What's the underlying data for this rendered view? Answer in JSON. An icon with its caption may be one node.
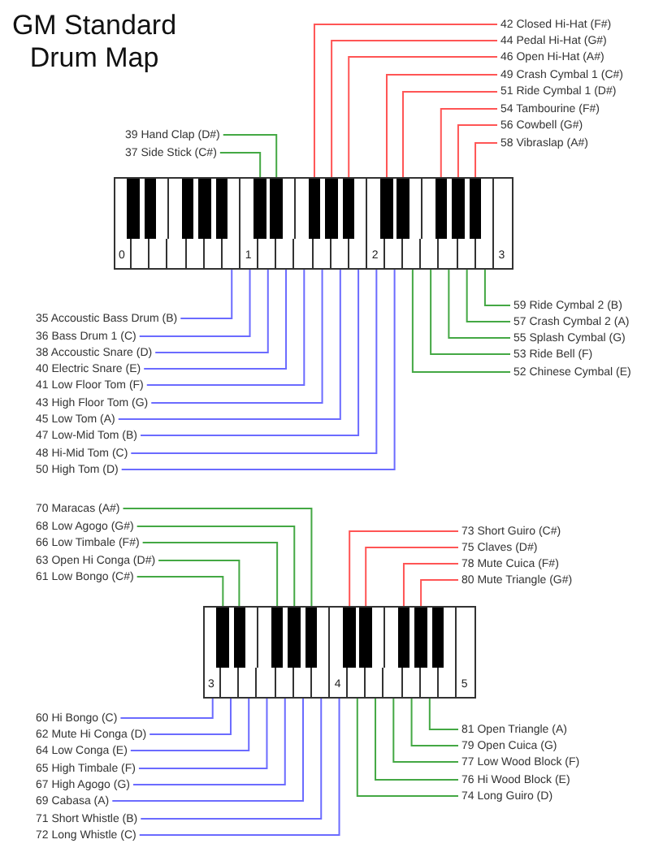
{
  "diagram": {
    "title": "GM Standard Drum Map",
    "nodes": [
      {
        "text": [
          "42 Closed Hi-Hat (F#)"
        ]
      },
      {
        "text": [
          "44 Pedal Hi-Hat (G#)"
        ]
      },
      {
        "text": [
          "46 Open Hi-Hat (A#)"
        ]
      },
      {
        "text": [
          "49 Crash Cymbal 1 (C#)"
        ]
      },
      {
        "text": [
          "51 Ride Cymbal 1 (D#)"
        ]
      },
      {
        "text": [
          "54 Tambourine (F#)"
        ]
      },
      {
        "text": [
          "56 Cowbell (G#)"
        ]
      },
      {
        "text": [
          "58 Vibraslap (A#)"
        ]
      },
      {
        "text": [
          "39 Hand Clap (D#)"
        ]
      },
      {
        "text": [
          "37 Side Stick (C#)"
        ]
      },
      {
        "text": [],
        "shape": "key"
      },
      {
        "text": [],
        "shape": "key"
      },
      {
        "text": [],
        "shape": "key"
      },
      {
        "text": [],
        "shape": "key"
      },
      {
        "text": [],
        "shape": "key"
      },
      {
        "text": [],
        "shape": "key"
      },
      {
        "text": [],
        "shape": "key"
      },
      {
        "text": [],
        "shape": "key"
      },
      {
        "text": [],
        "shape": "key"
      },
      {
        "text": [],
        "shape": "key"
      },
      {
        "text": [],
        "shape": "key"
      },
      {
        "text": [],
        "shape": "key"
      },
      {
        "text": [],
        "shape": "key"
      },
      {
        "text": [],
        "shape": "key"
      },
      {
        "text": [],
        "shape": "key"
      },
      {
        "text": [],
        "shape": "key"
      },
      {
        "text": [],
        "shape": "key"
      },
      {
        "text": [],
        "shape": "key"
      },
      {
        "text": [],
        "shape": "key"
      },
      {
        "text": [],
        "shape": "key"
      },
      {
        "text": [],
        "shape": "key"
      },
      {
        "text": [],
        "shape": "key"
      },
      {
        "text": [],
        "shape": "key"
      },
      {
        "text": [],
        "shape": "key"
      },
      {
        "text": [],
        "shape": "key"
      },
      {
        "text": [
          "35 Accoustic Bass Drum (B)"
        ]
      },
      {
        "text": [
          "36 Bass Drum 1 (C)"
        ]
      },
      {
        "text": [
          "38 Accoustic Snare (D)"
        ]
      },
      {
        "text": [
          "40 Electric Snare (E)"
        ]
      },
      {
        "text": [
          "41 Low Floor Tom (F)"
        ]
      },
      {
        "text": [
          "43 High Floor Tom (G)"
        ]
      },
      {
        "text": [
          "45 Low Tom (A)"
        ]
      },
      {
        "text": [
          "47 Low-Mid Tom (B)"
        ]
      },
      {
        "text": [
          "48 Hi-Mid Tom (C)"
        ]
      },
      {
        "text": [
          "50 High Tom (D)"
        ]
      },
      {
        "text": [
          "59 Ride Cymbal 2 (B)"
        ]
      },
      {
        "text": [
          "57 Crash Cymbal 2 (A)"
        ]
      },
      {
        "text": [
          "55 Splash Cymbal (G)"
        ]
      },
      {
        "text": [
          "53 Ride Bell (F)"
        ]
      },
      {
        "text": [
          "52 Chinese Cymbal (E)"
        ]
      },
      {
        "text": [
          "70 Maracas (A#)"
        ]
      },
      {
        "text": [
          "68 Low Agogo (G#)"
        ]
      },
      {
        "text": [
          "66 Low Timbale (F#)"
        ]
      },
      {
        "text": [
          "63 Open Hi Conga (D#)"
        ]
      },
      {
        "text": [
          "61 Low Bongo (C#)"
        ]
      },
      {
        "text": [
          "73 Short Guiro (C#)"
        ]
      },
      {
        "text": [
          "75 Claves (D#)"
        ]
      },
      {
        "text": [
          "78 Mute Cuica (F#)"
        ]
      },
      {
        "text": [
          "80 Mute Triangle (G#)"
        ]
      },
      {
        "text": [],
        "shape": "key"
      },
      {
        "text": [],
        "shape": "key"
      },
      {
        "text": [],
        "shape": "key"
      },
      {
        "text": [],
        "shape": "key"
      },
      {
        "text": [],
        "shape": "key"
      },
      {
        "text": [],
        "shape": "key"
      },
      {
        "text": [],
        "shape": "key"
      },
      {
        "text": [],
        "shape": "key"
      },
      {
        "text": [],
        "shape": "key"
      },
      {
        "text": [],
        "shape": "key"
      },
      {
        "text": [],
        "shape": "key"
      },
      {
        "text": [],
        "shape": "key"
      },
      {
        "text": [],
        "shape": "key"
      },
      {
        "text": [],
        "shape": "key"
      },
      {
        "text": [],
        "shape": "key"
      },
      {
        "text": [],
        "shape": "key"
      },
      {
        "text": [],
        "shape": "key"
      },
      {
        "text": [],
        "shape": "key"
      },
      {
        "text": [],
        "shape": "key"
      },
      {
        "text": [],
        "shape": "key"
      },
      {
        "text": [],
        "shape": "key"
      },
      {
        "text": [],
        "shape": "key"
      },
      {
        "text": [
          "60 Hi Bongo (C)"
        ]
      },
      {
        "text": [
          "62 Mute Hi Conga (D)"
        ]
      },
      {
        "text": [
          "64 Low Conga (E)"
        ]
      },
      {
        "text": [
          "65 High Timbale (F)"
        ]
      },
      {
        "text": [
          "67 High Agogo (G)"
        ]
      },
      {
        "text": [
          "69 Cabasa (A)"
        ]
      },
      {
        "text": [
          "71 Short Whistle (B)"
        ]
      },
      {
        "text": [
          "72 Long Whistle (C)"
        ]
      },
      {
        "text": [
          "81 Open Triangle (A)"
        ]
      },
      {
        "text": [
          "79 Open Cuica (G)"
        ]
      },
      {
        "text": [
          "77 Low Wood Block (F)"
        ]
      },
      {
        "text": [
          "76 Hi Wood Block (E)"
        ]
      },
      {
        "text": [
          "74 Long Guiro (D)"
        ]
      }
    ],
    "edges": [
      {
        "from": 0,
        "to": 17,
        "arrow": "none",
        "color": "#ff5555"
      },
      {
        "from": 1,
        "to": 19,
        "arrow": "none",
        "color": "#ff5555"
      },
      {
        "from": 2,
        "to": 21,
        "arrow": "none",
        "color": "#ff5555"
      },
      {
        "from": 3,
        "to": 24,
        "arrow": "none",
        "color": "#ff5555"
      },
      {
        "from": 4,
        "to": 26,
        "arrow": "none",
        "color": "#ff5555"
      },
      {
        "from": 5,
        "to": 29,
        "arrow": "none",
        "color": "#ff5555"
      },
      {
        "from": 6,
        "to": 31,
        "arrow": "none",
        "color": "#ff5555"
      },
      {
        "from": 7,
        "to": 33,
        "arrow": "none",
        "color": "#ff5555"
      },
      {
        "from": 8,
        "to": 14,
        "arrow": "none",
        "color": "#44a844"
      },
      {
        "from": 9,
        "to": 12,
        "arrow": "none",
        "color": "#44a844"
      },
      {
        "from": 35,
        "to": 10,
        "arrow": "none"
      },
      {
        "from": 36,
        "to": 11,
        "arrow": "none"
      },
      {
        "from": 37,
        "to": 13,
        "arrow": "none"
      },
      {
        "from": 38,
        "to": 15,
        "arrow": "none"
      },
      {
        "from": 39,
        "to": 16,
        "arrow": "none"
      },
      {
        "from": 40,
        "to": 18,
        "arrow": "none"
      },
      {
        "from": 41,
        "to": 20,
        "arrow": "none"
      },
      {
        "from": 42,
        "to": 22,
        "arrow": "none"
      },
      {
        "from": 43,
        "to": 23,
        "arrow": "none"
      },
      {
        "from": 44,
        "to": 25,
        "arrow": "none"
      },
      {
        "from": 45,
        "to": 34,
        "arrow": "none",
        "color": "#44a844"
      },
      {
        "from": 46,
        "to": 32,
        "arrow": "none",
        "color": "#44a844"
      },
      {
        "from": 47,
        "to": 30,
        "arrow": "none",
        "color": "#44a844"
      },
      {
        "from": 48,
        "to": 28,
        "arrow": "none",
        "color": "#44a844"
      },
      {
        "from": 49,
        "to": 27,
        "arrow": "none",
        "color": "#44a844"
      },
      {
        "from": 50,
        "to": 69,
        "arrow": "none",
        "color": "#44a844"
      },
      {
        "from": 51,
        "to": 67,
        "arrow": "none",
        "color": "#44a844"
      },
      {
        "from": 52,
        "to": 65,
        "arrow": "none",
        "color": "#44a844"
      },
      {
        "from": 53,
        "to": 62,
        "arrow": "none",
        "color": "#44a844"
      },
      {
        "from": 54,
        "to": 60,
        "arrow": "none",
        "color": "#44a844"
      },
      {
        "from": 55,
        "to": 72,
        "arrow": "none",
        "color": "#ff5555"
      },
      {
        "from": 56,
        "to": 74,
        "arrow": "none",
        "color": "#ff5555"
      },
      {
        "from": 57,
        "to": 77,
        "arrow": "none",
        "color": "#ff5555"
      },
      {
        "from": 58,
        "to": 79,
        "arrow": "none",
        "color": "#ff5555"
      },
      {
        "from": 81,
        "to": 59,
        "arrow": "none"
      },
      {
        "from": 82,
        "to": 61,
        "arrow": "none"
      },
      {
        "from": 83,
        "to": 63,
        "arrow": "none"
      },
      {
        "from": 84,
        "to": 64,
        "arrow": "none"
      },
      {
        "from": 85,
        "to": 66,
        "arrow": "none"
      },
      {
        "from": 86,
        "to": 68,
        "arrow": "none"
      },
      {
        "from": 87,
        "to": 70,
        "arrow": "none"
      },
      {
        "from": 88,
        "to": 71,
        "arrow": "none"
      },
      {
        "from": 89,
        "to": 80,
        "arrow": "none",
        "color": "#44a844"
      },
      {
        "from": 90,
        "to": 78,
        "arrow": "none",
        "color": "#44a844"
      },
      {
        "from": 91,
        "to": 76,
        "arrow": "none",
        "color": "#44a844"
      },
      {
        "from": 92,
        "to": 75,
        "arrow": "none",
        "color": "#44a844"
      },
      {
        "from": 93,
        "to": 73,
        "arrow": "none",
        "color": "#44a844"
      }
    ],
    "labels": [
      "0",
      "1",
      "2",
      "3",
      "3",
      "4",
      "5"
    ]
  }
}
